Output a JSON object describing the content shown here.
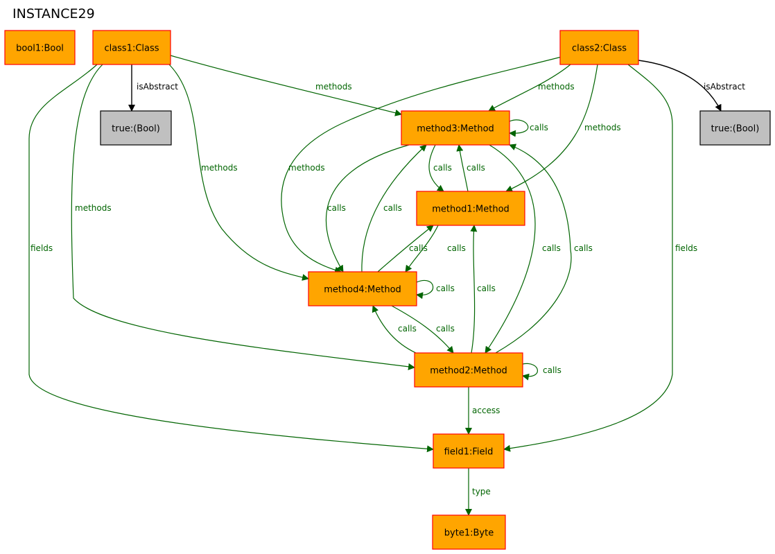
{
  "title": "INSTANCE29",
  "colors": {
    "object_fill": "#ffa500",
    "object_stroke": "#ff0000",
    "value_fill": "#c0c0c0",
    "value_stroke": "#000000",
    "reference_edge": "#006400",
    "attribute_edge": "#000000"
  },
  "nodes": [
    {
      "id": "bool1",
      "label": "bool1:Bool",
      "kind": "object"
    },
    {
      "id": "class1",
      "label": "class1:Class",
      "kind": "object"
    },
    {
      "id": "class2",
      "label": "class2:Class",
      "kind": "object"
    },
    {
      "id": "true1",
      "label": "true:(Bool)",
      "kind": "value"
    },
    {
      "id": "true2",
      "label": "true:(Bool)",
      "kind": "value"
    },
    {
      "id": "method3",
      "label": "method3:Method",
      "kind": "object"
    },
    {
      "id": "method1",
      "label": "method1:Method",
      "kind": "object"
    },
    {
      "id": "method4",
      "label": "method4:Method",
      "kind": "object"
    },
    {
      "id": "method2",
      "label": "method2:Method",
      "kind": "object"
    },
    {
      "id": "field1",
      "label": "field1:Field",
      "kind": "object"
    },
    {
      "id": "byte1",
      "label": "byte1:Byte",
      "kind": "object"
    }
  ],
  "edges": [
    {
      "from": "class1",
      "to": "true1",
      "label": "isAbstract",
      "kind": "attribute"
    },
    {
      "from": "class1",
      "to": "method3",
      "label": "methods",
      "kind": "reference"
    },
    {
      "from": "class1",
      "to": "method4",
      "label": "methods",
      "kind": "reference"
    },
    {
      "from": "class1",
      "to": "method2",
      "label": "methods",
      "kind": "reference"
    },
    {
      "from": "class1",
      "to": "field1",
      "label": "fields",
      "kind": "reference"
    },
    {
      "from": "class2",
      "to": "true2",
      "label": "isAbstract",
      "kind": "attribute"
    },
    {
      "from": "class2",
      "to": "method3",
      "label": "methods",
      "kind": "reference"
    },
    {
      "from": "class2",
      "to": "method1",
      "label": "methods",
      "kind": "reference"
    },
    {
      "from": "class2",
      "to": "method4",
      "label": "methods",
      "kind": "reference"
    },
    {
      "from": "class2",
      "to": "field1",
      "label": "fields",
      "kind": "reference"
    },
    {
      "from": "method3",
      "to": "method3",
      "label": "calls",
      "kind": "reference"
    },
    {
      "from": "method3",
      "to": "method1",
      "label": "calls",
      "kind": "reference"
    },
    {
      "from": "method1",
      "to": "method3",
      "label": "calls",
      "kind": "reference"
    },
    {
      "from": "method3",
      "to": "method4",
      "label": "calls",
      "kind": "reference"
    },
    {
      "from": "method4",
      "to": "method3",
      "label": "calls",
      "kind": "reference"
    },
    {
      "from": "method3",
      "to": "method2",
      "label": "calls",
      "kind": "reference"
    },
    {
      "from": "method2",
      "to": "method3",
      "label": "calls",
      "kind": "reference"
    },
    {
      "from": "method4",
      "to": "method1",
      "label": "calls",
      "kind": "reference"
    },
    {
      "from": "method1",
      "to": "method4",
      "label": "calls",
      "kind": "reference"
    },
    {
      "from": "method4",
      "to": "method4",
      "label": "calls",
      "kind": "reference"
    },
    {
      "from": "method2",
      "to": "method1",
      "label": "calls",
      "kind": "reference"
    },
    {
      "from": "method2",
      "to": "method4",
      "label": "calls",
      "kind": "reference"
    },
    {
      "from": "method4",
      "to": "method2",
      "label": "calls",
      "kind": "reference"
    },
    {
      "from": "method2",
      "to": "method2",
      "label": "calls",
      "kind": "reference"
    },
    {
      "from": "method2",
      "to": "field1",
      "label": "access",
      "kind": "reference"
    },
    {
      "from": "field1",
      "to": "byte1",
      "label": "type",
      "kind": "reference"
    }
  ]
}
